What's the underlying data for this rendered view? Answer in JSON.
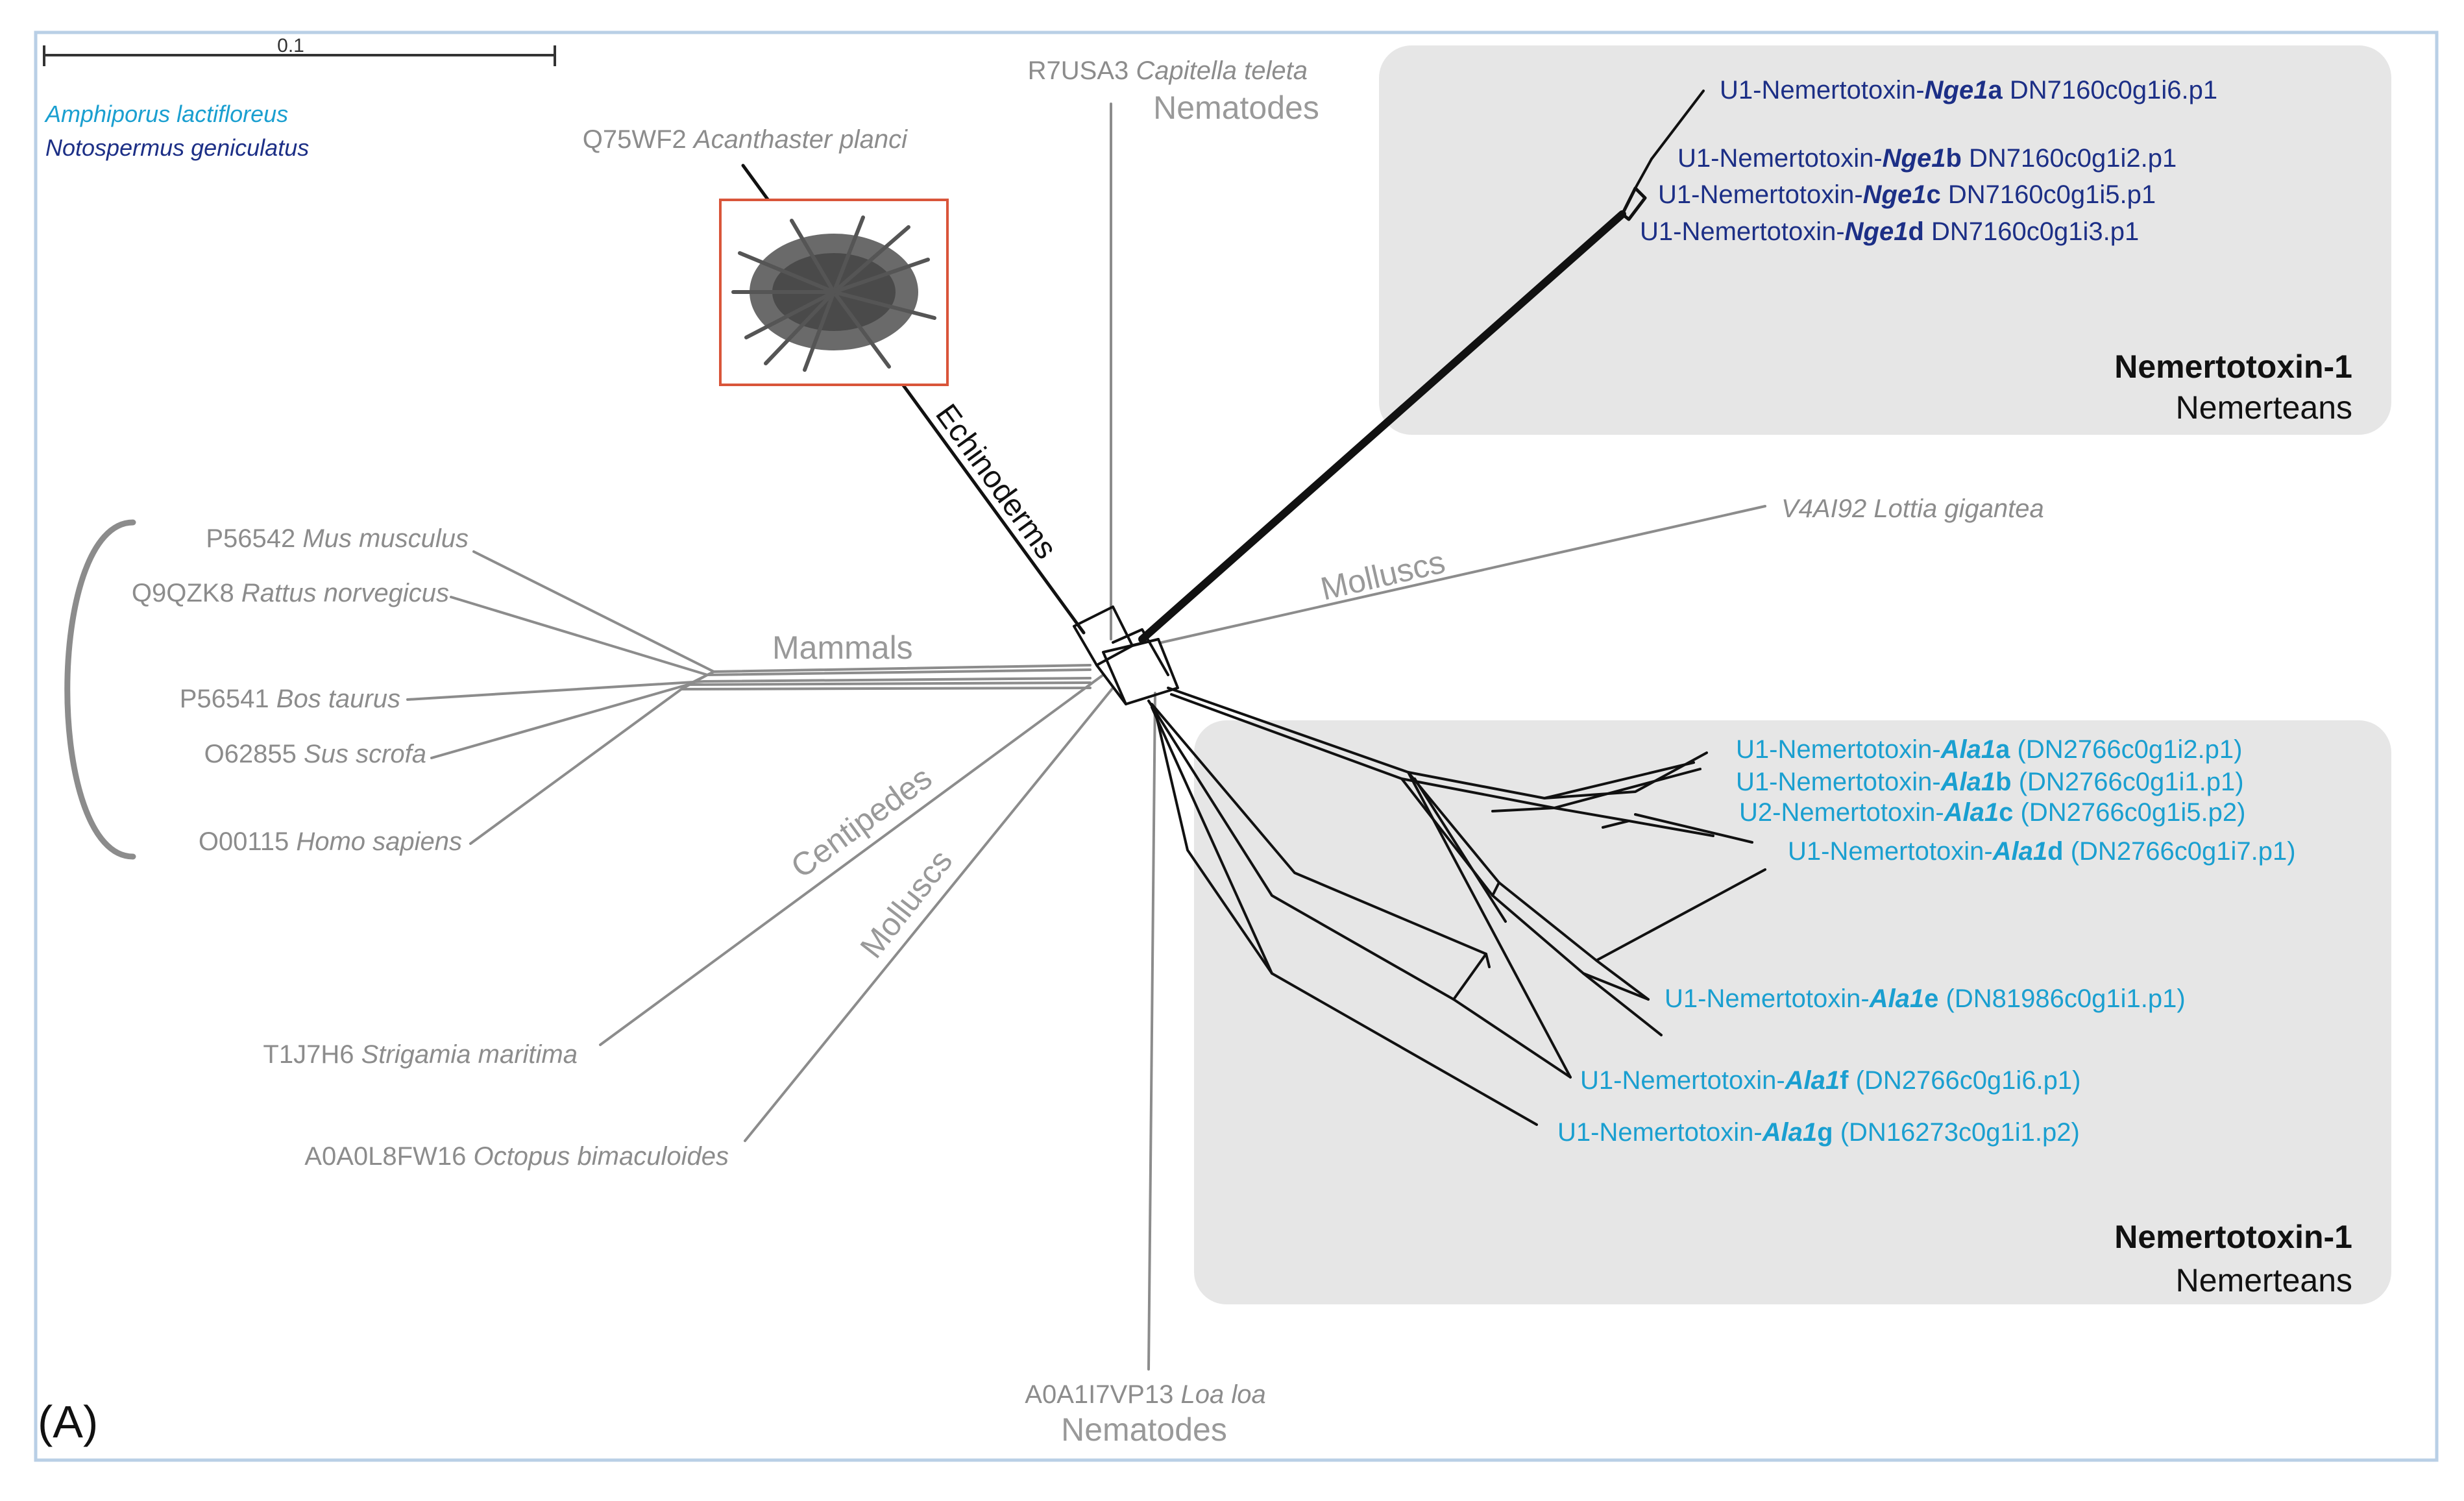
{
  "scale_bar": {
    "label": "0.1"
  },
  "legend": [
    {
      "name": "Amphiporus lactifloreus",
      "color": "#1a9fd0"
    },
    {
      "name": "Notospermus geniculatus",
      "color": "#1c2f86"
    }
  ],
  "panel_label": "(A)",
  "groups": {
    "mammals": "Mammals",
    "echinoderms": "Echinoderms",
    "centipedes": "Centipedes",
    "molluscs_left": "Molluscs",
    "molluscs_right": "Molluscs",
    "nematodes_top": "Nematodes",
    "nematodes_bottom": "Nematodes"
  },
  "taxa": {
    "capitella": {
      "acc": "R7USA3",
      "species": "Capitella teleta"
    },
    "acanthaster": {
      "acc": "Q75WF2",
      "species": "Acanthaster planci"
    },
    "mus": {
      "acc": "P56542",
      "species": "Mus musculus"
    },
    "rattus": {
      "acc": "Q9QZK8",
      "species": "Rattus norvegicus"
    },
    "bos": {
      "acc": "P56541",
      "species": "Bos taurus"
    },
    "sus": {
      "acc": "O62855",
      "species": "Sus scrofa"
    },
    "homo": {
      "acc": "O00115",
      "species": "Homo sapiens"
    },
    "strigamia": {
      "acc": "T1J7H6",
      "species": "Strigamia maritima"
    },
    "octopus": {
      "acc": "A0A0L8FW16",
      "species": "Octopus bimaculoides"
    },
    "loa": {
      "acc": "A0A1I7VP13",
      "species": "Loa loa"
    },
    "lottia": {
      "acc": "V4AI92",
      "species": "Lottia gigantea"
    }
  },
  "nge": [
    {
      "prefix": "U1-Nemertotoxin-",
      "code": "Nge1",
      "letter": "a",
      "id": "DN7160c0g1i6.p1"
    },
    {
      "prefix": "U1-Nemertotoxin-",
      "code": "Nge1",
      "letter": "b",
      "id": "DN7160c0g1i2.p1"
    },
    {
      "prefix": "U1-Nemertotoxin-",
      "code": "Nge1",
      "letter": "c",
      "id": "DN7160c0g1i5.p1"
    },
    {
      "prefix": "U1-Nemertotoxin-",
      "code": "Nge1",
      "letter": "d",
      "id": "DN7160c0g1i3.p1"
    }
  ],
  "ala": [
    {
      "prefix": "U1-Nemertotoxin-",
      "code": "Ala1",
      "letter": "a",
      "id": "(DN2766c0g1i2.p1)"
    },
    {
      "prefix": "U1-Nemertotoxin-",
      "code": "Ala1",
      "letter": "b",
      "id": "(DN2766c0g1i1.p1)"
    },
    {
      "prefix": "U2-Nemertotoxin-",
      "code": "Ala1",
      "letter": "c",
      "id": "(DN2766c0g1i5.p2)"
    },
    {
      "prefix": "U1-Nemertotoxin-",
      "code": "Ala1",
      "letter": "d",
      "id": "(DN2766c0g1i7.p1)"
    },
    {
      "prefix": "U1-Nemertotoxin-",
      "code": "Ala1",
      "letter": "e",
      "id": "(DN81986c0g1i1.p1)"
    },
    {
      "prefix": "U1-Nemertotoxin-",
      "code": "Ala1",
      "letter": "f",
      "id": "(DN2766c0g1i6.p1)"
    },
    {
      "prefix": "U1-Nemertotoxin-",
      "code": "Ala1",
      "letter": "g",
      "id": "(DN16273c0g1i1.p2)"
    }
  ],
  "boxes": {
    "top": {
      "title": "Nemertotoxin-1",
      "subtitle": "Nemerteans"
    },
    "bottom": {
      "title": "Nemertotoxin-1",
      "subtitle": "Nemerteans"
    }
  },
  "colors": {
    "gray": "#8c8c8c",
    "black": "#111111",
    "dark_blue": "#1c2f86",
    "light_blue": "#1a9fd0",
    "box": "#e6e6e6",
    "frame": "#b9cfe6",
    "photo_frame": "#d9553a"
  }
}
